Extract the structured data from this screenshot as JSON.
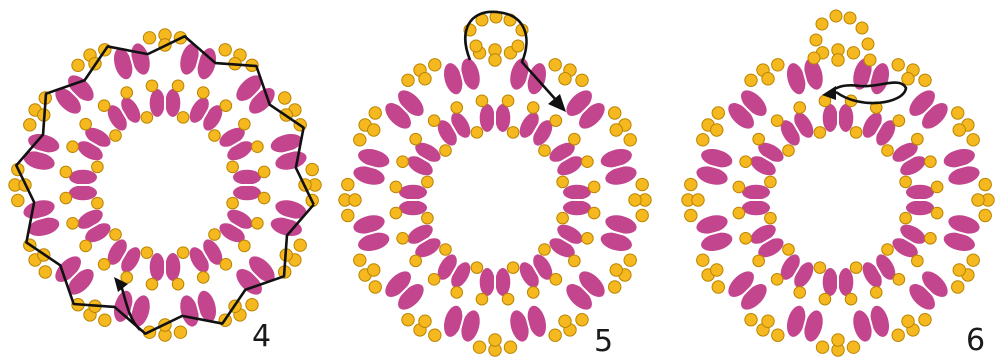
{
  "colors": {
    "petal": "#c2458e",
    "seed": "#f5b81f",
    "seed_outline": "#b98400",
    "thread": "#111111"
  },
  "steps": [
    {
      "label": "4",
      "thread_path": "outer-zigzag",
      "arrow": "up-into-lower-petals"
    },
    {
      "label": "5",
      "thread_path": "top-loop",
      "arrow": "down-right"
    },
    {
      "label": "6",
      "thread_path": "inner-return",
      "arrow": "left"
    }
  ]
}
